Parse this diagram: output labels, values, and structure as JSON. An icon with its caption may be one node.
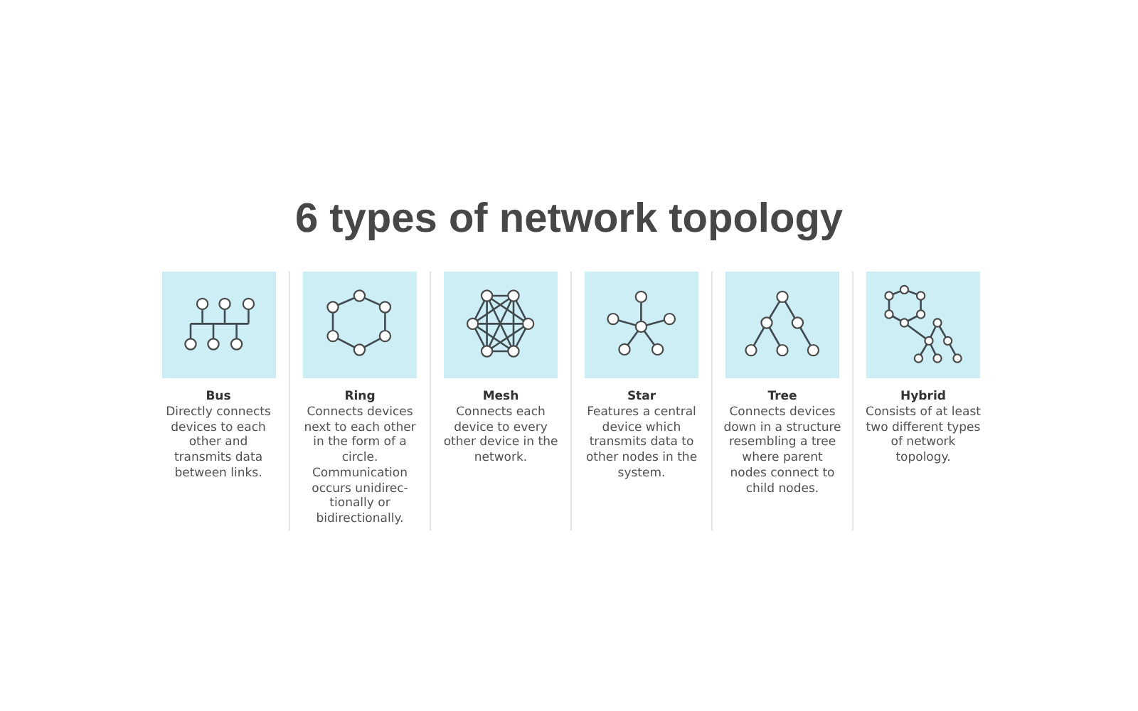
{
  "diagram": {
    "title": "6 types of network topology",
    "nodes": [
      {
        "text": [
          "Bus",
          "Directly connects devices to each other and transmits data between links."
        ]
      },
      {
        "text": [
          "Ring",
          "Connects devices next to each other in the form of a circle. Communication occurs unidirec- tionally or bidirectionally."
        ]
      },
      {
        "text": [
          "Mesh",
          "Connects each device to every other device in the network."
        ]
      },
      {
        "text": [
          "Star",
          "Features a central device which transmits data to other nodes in the system."
        ]
      },
      {
        "text": [
          "Tree",
          "Connects devices down in a structure resembling a tree where parent nodes connect to child nodes."
        ]
      },
      {
        "text": [
          "Hybrid",
          "Consists of at least two different types of network topology."
        ]
      }
    ]
  }
}
